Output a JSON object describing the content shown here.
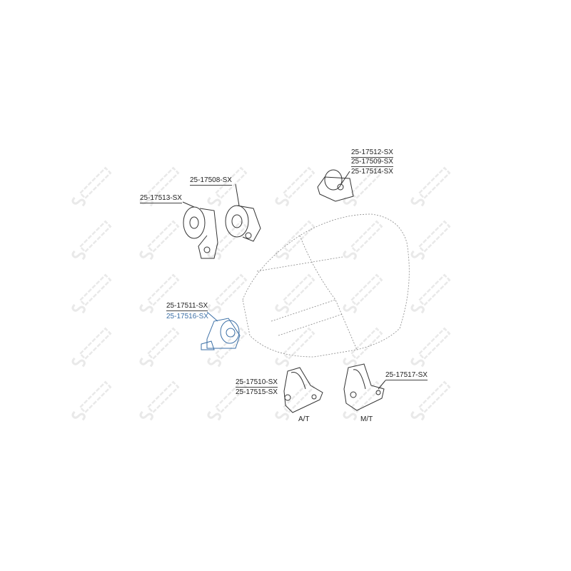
{
  "watermark": "STELLOX",
  "colors": {
    "line": "#333333",
    "highlight": "#3a6ea5",
    "watermark": "#e9e9e9"
  },
  "labels": {
    "p17512": "25-17512-SX",
    "p17509": "25-17509-SX",
    "p17514": "25-17514-SX",
    "p17508": "25-17508-SX",
    "p17513": "25-17513-SX",
    "p17511": "25-17511-SX",
    "p17516": "25-17516-SX",
    "p17510": "25-17510-SX",
    "p17515": "25-17515-SX",
    "p17517": "25-17517-SX",
    "at": "A/T",
    "mt": "M/T"
  },
  "highlighted_part": "25-17516-SX"
}
